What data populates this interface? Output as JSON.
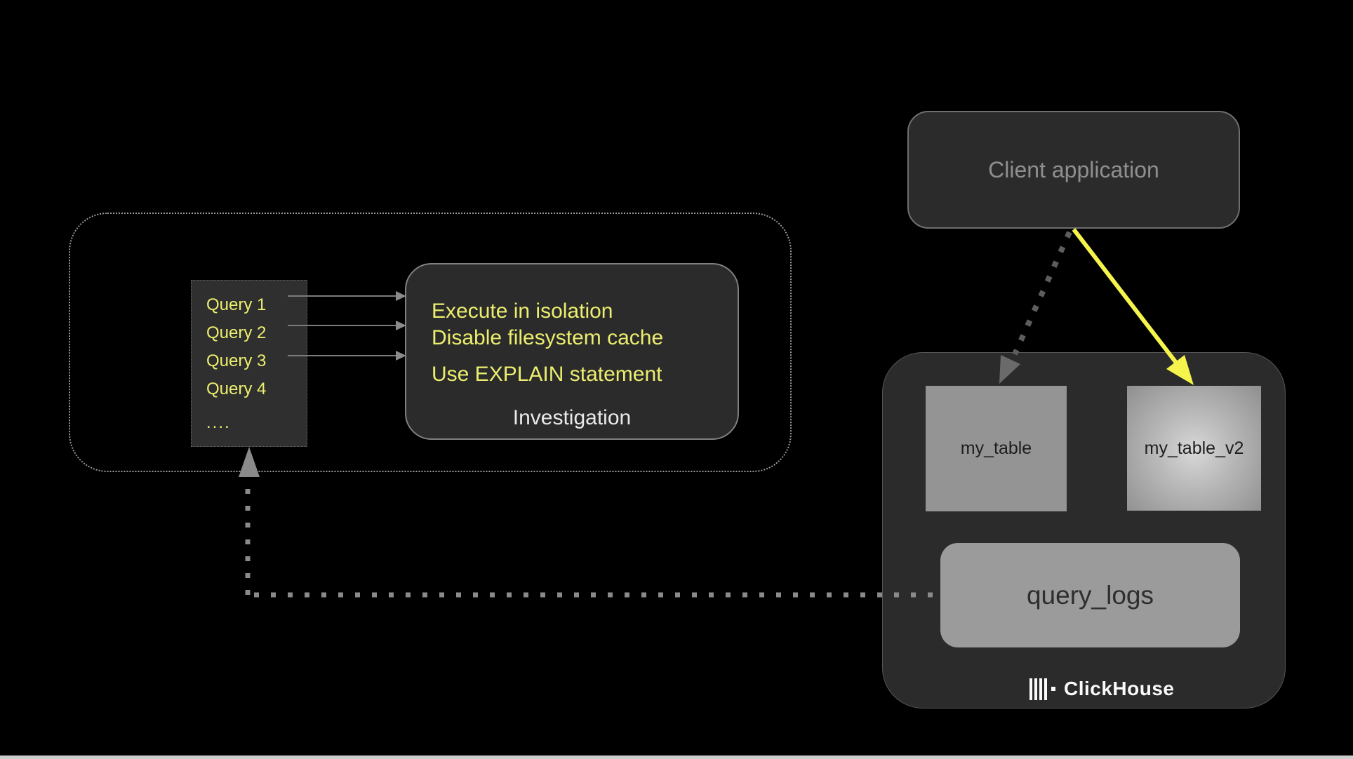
{
  "client_app": {
    "label": "Client application"
  },
  "queries": {
    "items": [
      "Query 1",
      "Query 2",
      "Query 3",
      "Query 4",
      "...."
    ]
  },
  "investigation": {
    "tips": [
      "Execute in isolation",
      "Disable filesystem cache",
      "Use EXPLAIN statement"
    ],
    "label": "Investigation"
  },
  "clickhouse": {
    "table_a": "my_table",
    "table_b": "my_table_v2",
    "logs_label": "query_logs",
    "brand": "ClickHouse",
    "brand_icon": "clickhouse-bars-icon"
  },
  "colors": {
    "background": "#000000",
    "dark_box": "#2b2b2b",
    "accent_yellow_text": "#ecee6e",
    "arrow_yellow": "#f4f44c",
    "gray_fill": "#9b9b9b",
    "gray_text": "#8f8f8f",
    "dotted_line_gray": "#8a8a8a",
    "bottom_strip": "#cdcdcd"
  }
}
